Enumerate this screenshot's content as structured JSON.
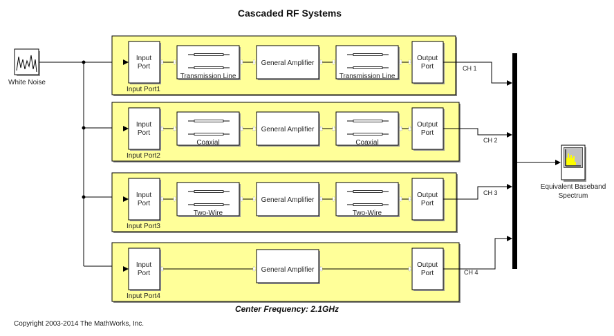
{
  "title": "Cascaded RF Systems",
  "source_block": {
    "label": "White Noise",
    "icon": "noise-waveform-icon"
  },
  "sink_block": {
    "label_line1": "Equivalent Baseband",
    "label_line2": "Spectrum",
    "icon": "spectrum-scope-icon",
    "accent": "#ffff00"
  },
  "colors": {
    "subsystem_fill": "#ffff99",
    "line": "#000000",
    "bus": "#000000"
  },
  "input_port": {
    "line1": "Input",
    "line2": "Port"
  },
  "output_port": {
    "line1": "Output",
    "line2": "Port"
  },
  "amplifier_label": "General Amplifier",
  "rows": [
    {
      "port_label": "Input  Port1",
      "tline_label": "Transmission Line",
      "channel": "CH 1"
    },
    {
      "port_label": "Input  Port2",
      "tline_label": "Coaxial",
      "channel": "CH 2"
    },
    {
      "port_label": "Input  Port3",
      "tline_label": "Two-Wire",
      "channel": "CH 3"
    },
    {
      "port_label": "Input  Port4",
      "tline_label": "",
      "channel": "CH 4"
    }
  ],
  "center_frequency": "Center Frequency:  2.1GHz",
  "copyright": "Copyright 2003-2014 The MathWorks, Inc."
}
